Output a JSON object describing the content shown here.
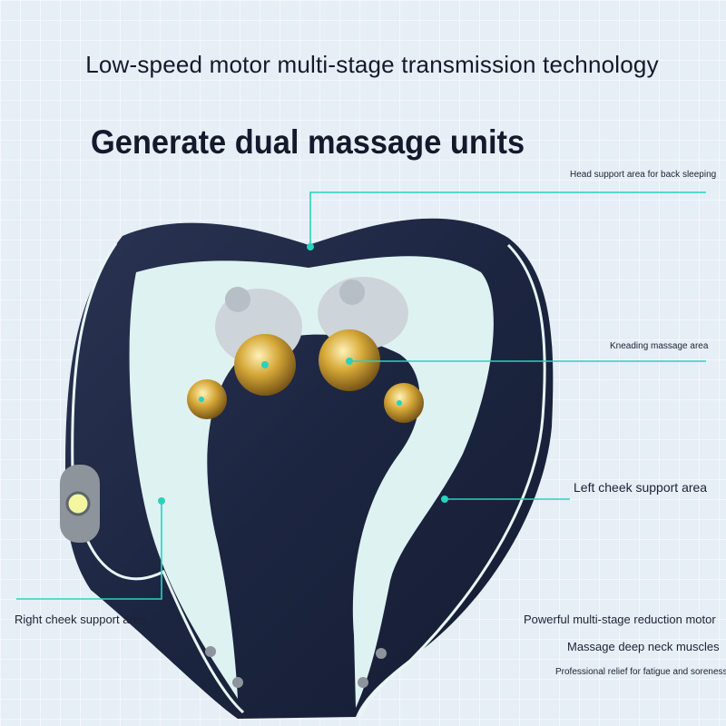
{
  "headline": "Low-speed motor multi-stage transmission technology",
  "subhead": "Generate dual massage units",
  "callouts": {
    "head_support": "Head support area for back sleeping",
    "kneading": "Kneading massage area",
    "left_cheek": "Left cheek support area",
    "right_cheek": "Right cheek support area"
  },
  "features": [
    "Powerful multi-stage reduction motor",
    "Massage deep neck muscles",
    "Professional relief for fatigue and soreness"
  ],
  "colors": {
    "background": "#e6eef6",
    "pillow": "#1e2740",
    "inner_lining": "#dff2f2",
    "massage_heads": "#c99a28",
    "accent": "#29d2bd"
  }
}
